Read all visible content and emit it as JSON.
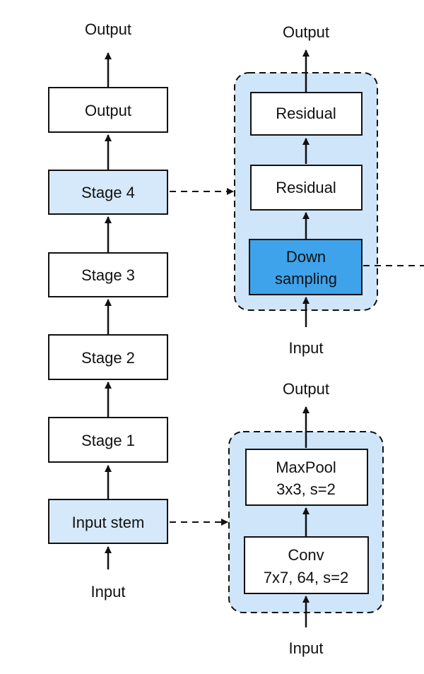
{
  "colors": {
    "box_white": "#ffffff",
    "box_light_blue": "#d6e9fb",
    "box_dark_blue": "#3ea3ea",
    "group_fill": "#cfe5fa",
    "stroke": "#111111"
  },
  "main_column": {
    "top_output": "Output",
    "boxes": {
      "output": "Output",
      "stage4": "Stage 4",
      "stage3": "Stage 3",
      "stage2": "Stage 2",
      "stage1": "Stage 1",
      "input_stem": "Input stem"
    },
    "bottom_input": "Input"
  },
  "stage_detail": {
    "top_output": "Output",
    "residual_top": "Residual",
    "residual_bottom": "Residual",
    "downsampling_line1": "Down",
    "downsampling_line2": "sampling",
    "bottom_input": "Input"
  },
  "stem_detail": {
    "top_output": "Output",
    "maxpool_line1": "MaxPool",
    "maxpool_line2": "3x3, s=2",
    "conv_line1": "Conv",
    "conv_line2": "7x7, 64, s=2",
    "bottom_input": "Input"
  }
}
